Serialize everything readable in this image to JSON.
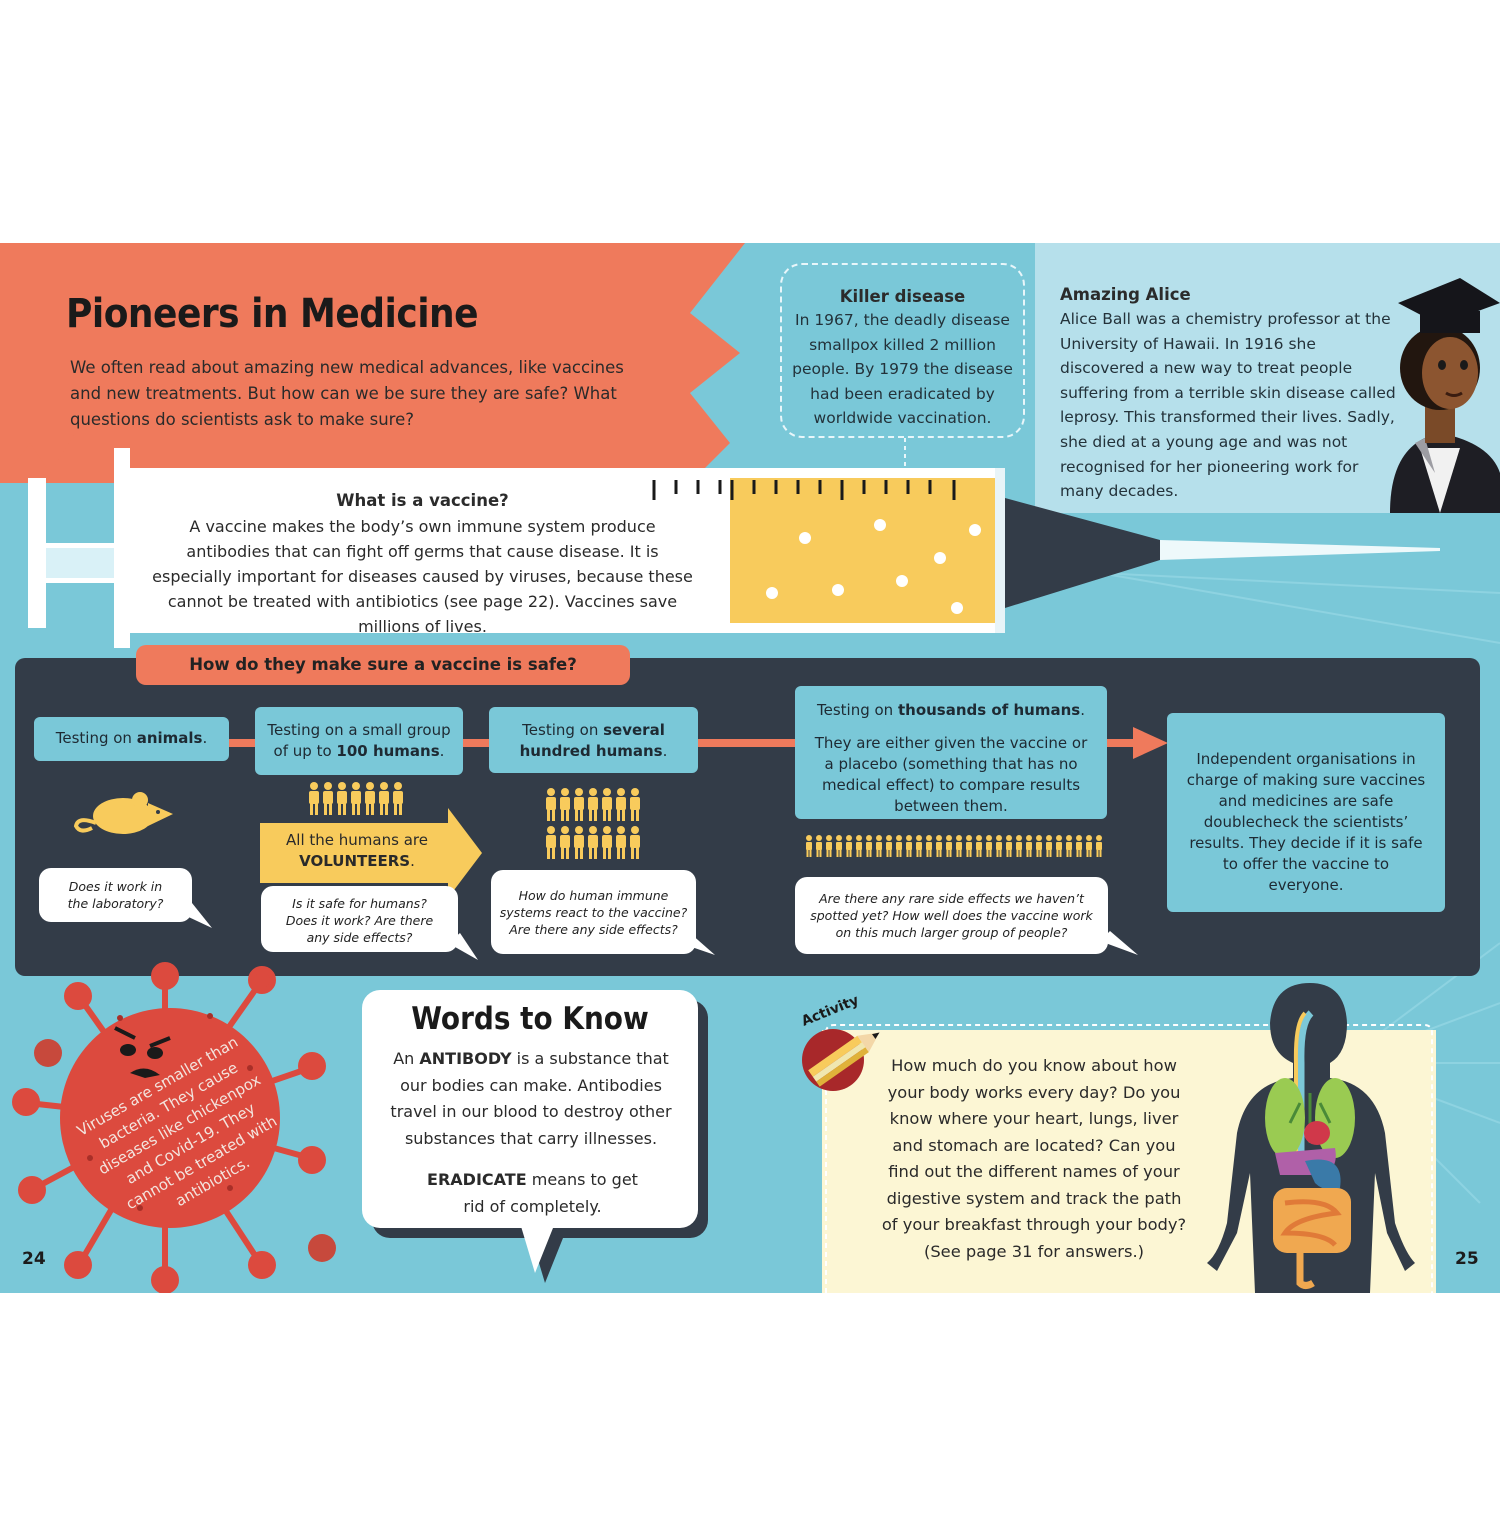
{
  "title": "Pioneers in Medicine",
  "intro": "We often read about amazing new medical advances, like vaccines and new treatments. But how can we be sure they are safe? What questions do scientists ask to make sure?",
  "killer_disease": {
    "heading": "Killer disease",
    "text": "In 1967, the deadly disease smallpox killed 2 million people. By 1979 the disease had been eradicated by worldwide vaccination."
  },
  "amazing_alice": {
    "heading": "Amazing Alice",
    "text": "Alice Ball was a chemistry professor at the University of Hawaii. In 1916 she discovered a new way to treat people suffering from a terrible skin disease called leprosy. This transformed their lives. Sadly, she died at a young age and was not recognised for her pioneering work for many decades."
  },
  "vaccine": {
    "heading": "What is a vaccine?",
    "text": "A vaccine makes the body’s own immune system produce antibodies that can fight off germs that cause disease. It is especially important for diseases caused by viruses, because these cannot be treated with antibiotics (see page 22). Vaccines save millions of lives."
  },
  "safety": {
    "heading": "How do they make sure a vaccine is safe?",
    "stage1": {
      "pre": "Testing on ",
      "bold": "animals",
      "post": "."
    },
    "stage2": {
      "pre": "Testing on a small group of up to ",
      "bold": "100 humans",
      "post": "."
    },
    "stage3": {
      "pre": "Testing on ",
      "bold": "several hundred humans",
      "post": "."
    },
    "stage4": {
      "pre": "Testing on ",
      "bold": "thousands of humans",
      "post": ".",
      "detail": "They are either given the vaccine or a placebo (something that has no medical effect) to compare results between them."
    },
    "final": "Independent organisations in charge of making sure vaccines and medicines are safe doublecheck the scientists’ results. They decide if it is safe to offer the vaccine to everyone.",
    "volunteers": {
      "pre": "All the humans are",
      "bold": "VOLUNTEERS",
      "post": "."
    },
    "q1": "Does it work in the laboratory?",
    "q2": "Is it safe for humans? Does it work? Are there any side effects?",
    "q3": "How do human immune systems react to the vaccine? Are there any side effects?",
    "q4": "Are there any rare side effects we haven’t spotted yet? How well does the vaccine work on this much larger group of people?"
  },
  "virus_text": "Viruses are smaller than bacteria. They cause diseases like chickenpox and Covid-19. They cannot be treated with antibiotics.",
  "words": {
    "heading": "Words to Know",
    "antibody_pre": "An ",
    "antibody_word": "ANTIBODY",
    "antibody_text": " is a substance that our bodies can make. Antibodies travel in our blood to destroy other substances that carry illnesses.",
    "eradicate_word": "ERADICATE",
    "eradicate_text": " means to get rid of completely."
  },
  "activity": {
    "badge": "Activity",
    "text": "How much do you know about how your body works every day? Do you know where your heart, lungs, liver and stomach are located? Can you find out the different names of your digestive system and track the path of your breakfast through your body? (See page 31 for answers.)"
  },
  "page_left": "24",
  "page_right": "25",
  "colors": {
    "sky": "#7ac8d8",
    "coral": "#ef7a5c",
    "navy": "#333c48",
    "yellow": "#f8cb5c",
    "cream": "#fcf6d4",
    "virus": "#dc4a3e"
  },
  "icons": [
    "mouse-icon",
    "person-icon",
    "virus-icon",
    "pencil-icon",
    "body-organs-icon",
    "syringe-icon",
    "graduate-portrait-icon"
  ]
}
